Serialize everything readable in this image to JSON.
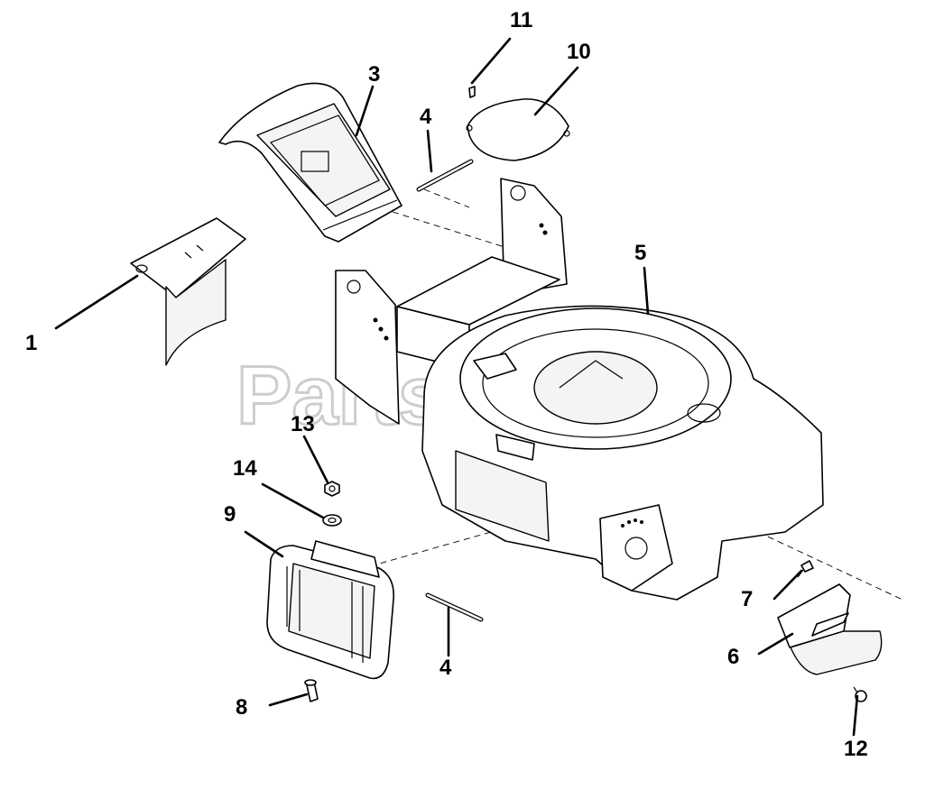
{
  "watermark": {
    "text": "PartsTree"
  },
  "callouts": [
    {
      "id": "1",
      "label": "1"
    },
    {
      "id": "3",
      "label": "3"
    },
    {
      "id": "4a",
      "label": "4"
    },
    {
      "id": "4b",
      "label": "4"
    },
    {
      "id": "5",
      "label": "5"
    },
    {
      "id": "6",
      "label": "6"
    },
    {
      "id": "7",
      "label": "7"
    },
    {
      "id": "8",
      "label": "8"
    },
    {
      "id": "9",
      "label": "9"
    },
    {
      "id": "10",
      "label": "10"
    },
    {
      "id": "11",
      "label": "11"
    },
    {
      "id": "12",
      "label": "12"
    },
    {
      "id": "13",
      "label": "13"
    },
    {
      "id": "14",
      "label": "14"
    }
  ]
}
